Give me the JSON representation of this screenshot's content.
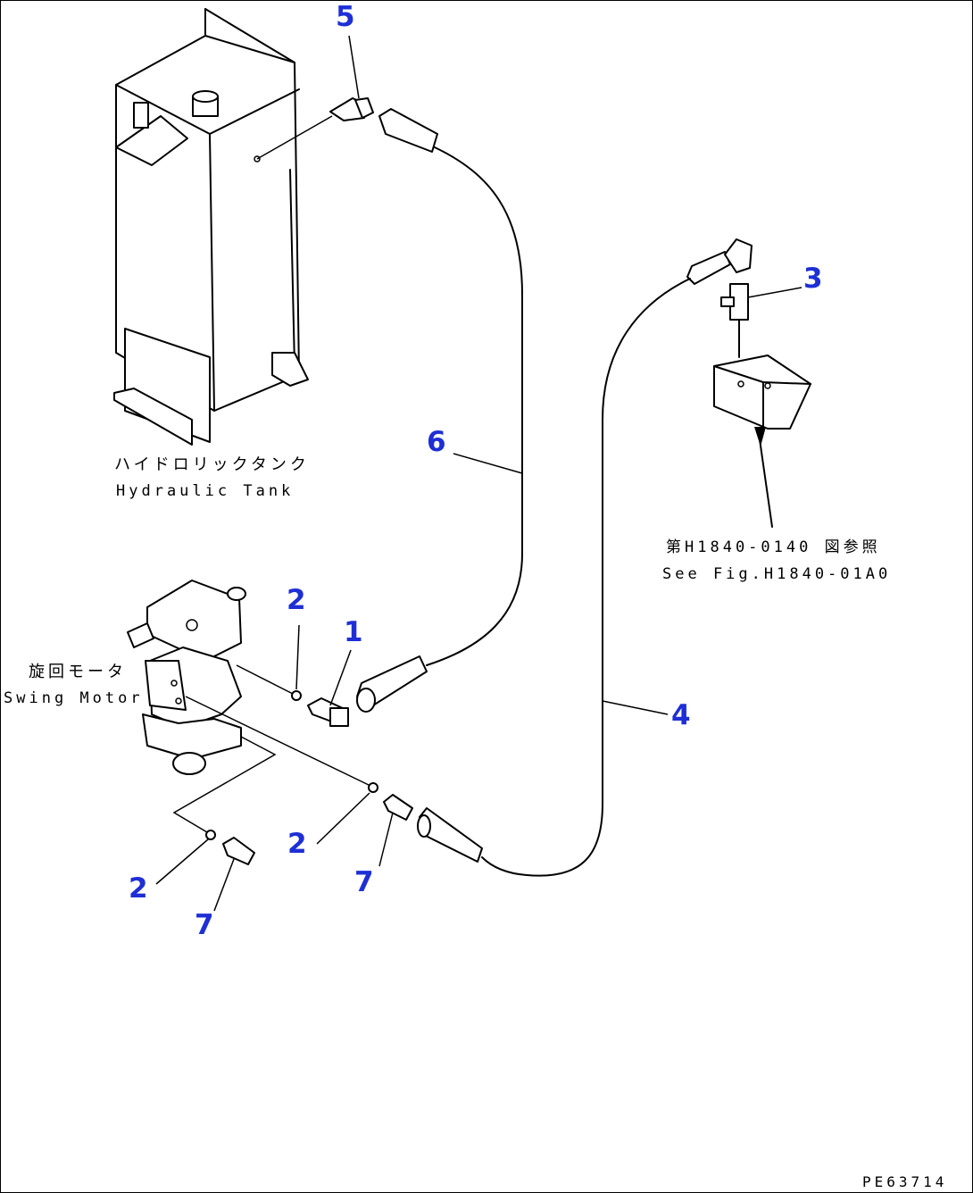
{
  "callouts": {
    "c1": "1",
    "c2a": "2",
    "c2b": "2",
    "c2c": "2",
    "c3": "3",
    "c4": "4",
    "c5": "5",
    "c6": "6",
    "c7a": "7",
    "c7b": "7"
  },
  "labels": {
    "tank_jp": "ハイドロリックタンク",
    "tank_en": "Hydraulic Tank",
    "motor_jp": "旋回モータ",
    "motor_en": "Swing Motor",
    "ref_jp": "第H1840-0140 図参照",
    "ref_en": "See Fig.H1840-01A0"
  },
  "doc_id": "PE63714",
  "colors": {
    "callout": "#1e2fd6",
    "line": "#000000"
  }
}
